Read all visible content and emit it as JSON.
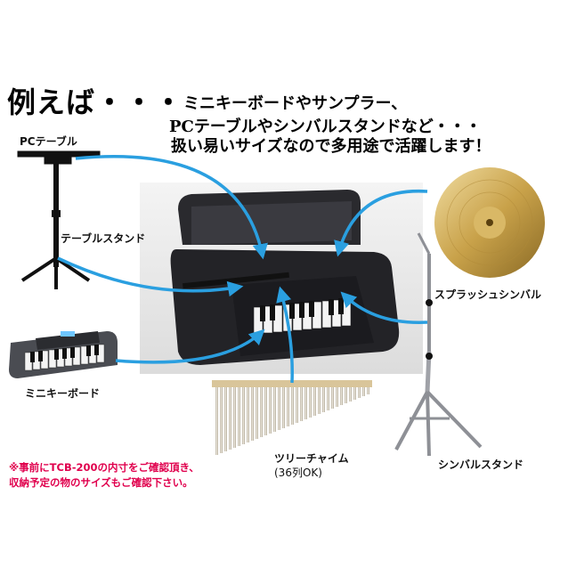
{
  "headline": {
    "lead": "例えば・・・",
    "line1": "ミニキーボードやサンプラー、",
    "line2": "PCテーブルやシンバルスタンドなど・・・",
    "line3": "扱い易いサイズなので多用途で活躍します！"
  },
  "labels": {
    "pc_table": "PCテーブル",
    "table_stand": "テーブルスタンド",
    "mini_keyboard": "ミニキーボード",
    "splash_cymbal": "スプラッシュシンバル",
    "tree_chime": "ツリーチャイム",
    "tree_chime_sub": "(36列OK)",
    "cymbal_stand": "シンバルスタンド"
  },
  "note": {
    "line1": "※事前にTCB-200の内寸をご確認頂き、",
    "line2": "収納予定の物のサイズもご確認下さい。"
  },
  "colors": {
    "arrow": "#2a9fe0",
    "note": "#e0004d",
    "cymbal": "#c9a24a",
    "case": "#2a2a2e"
  }
}
